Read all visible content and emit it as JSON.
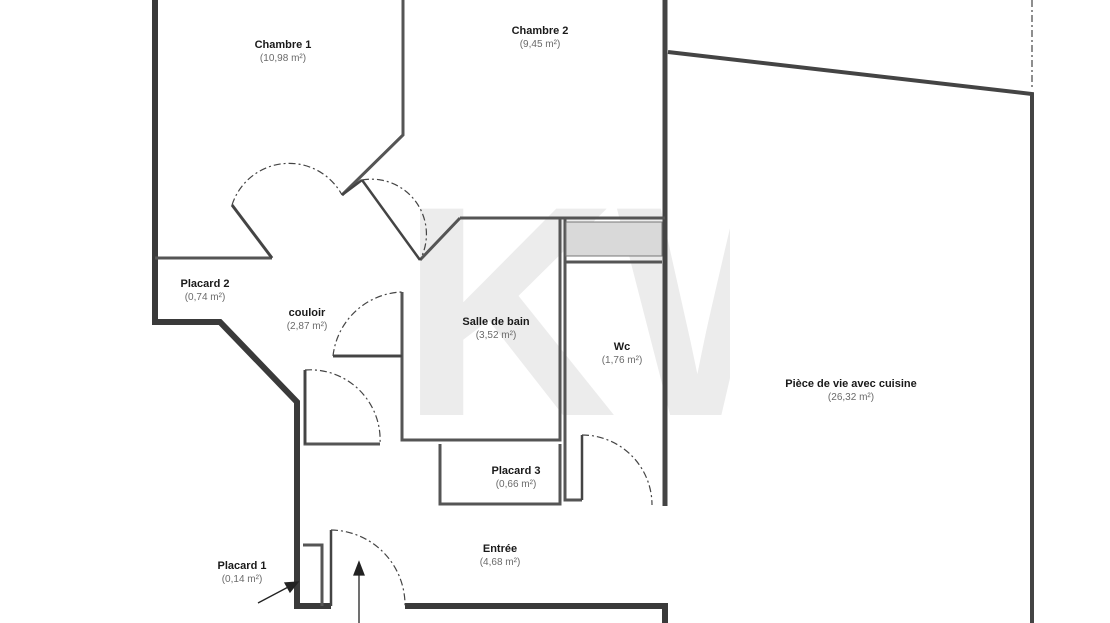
{
  "rooms": [
    {
      "name": "Chambre 1",
      "area": "(10,98 m²)"
    },
    {
      "name": "Chambre 2",
      "area": "(9,45 m²)"
    },
    {
      "name": "Placard 2",
      "area": "(0,74 m²)"
    },
    {
      "name": "couloir",
      "area": "(2,87 m²)"
    },
    {
      "name": "Salle de bain",
      "area": "(3,52 m²)"
    },
    {
      "name": "Wc",
      "area": "(1,76 m²)"
    },
    {
      "name": "Pièce de vie avec cuisine",
      "area": "(26,32 m²)"
    },
    {
      "name": "Placard 3",
      "area": "(0,66 m²)"
    },
    {
      "name": "Entrée",
      "area": "(4,68 m²)"
    },
    {
      "name": "Placard 1",
      "area": "(0,14 m²)"
    }
  ],
  "watermark": {
    "text": "KW",
    "symbol": "®",
    "color": "#e6e6e6"
  },
  "colors": {
    "wall_fill": "#b8b8b8",
    "wall_stroke": "#333333",
    "duct": "#d9d9d9"
  }
}
